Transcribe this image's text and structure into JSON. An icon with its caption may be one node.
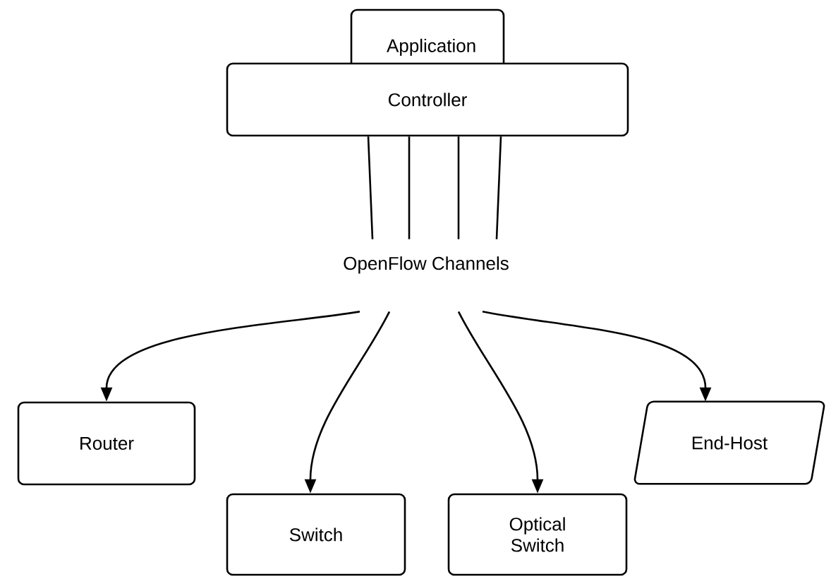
{
  "diagram": {
    "nodes": [
      {
        "text": [
          "Application"
        ]
      },
      {
        "text": [
          "Controller"
        ]
      },
      {
        "text": [
          "OpenFlow Channels"
        ]
      },
      {
        "text": [
          "Router"
        ]
      },
      {
        "text": [
          "Switch"
        ]
      },
      {
        "text": [
          "Optical Switch"
        ]
      },
      {
        "text": [
          "End-Host"
        ]
      }
    ],
    "edges": [
      {
        "from": 1,
        "to": 2,
        "arrow": "none"
      },
      {
        "from": 1,
        "to": 2,
        "arrow": "none"
      },
      {
        "from": 1,
        "to": 2,
        "arrow": "none"
      },
      {
        "from": 1,
        "to": 2,
        "arrow": "none"
      },
      {
        "from": 2,
        "to": 3,
        "arrow": "to"
      },
      {
        "from": 2,
        "to": 4,
        "arrow": "to"
      },
      {
        "from": 2,
        "to": 5,
        "arrow": "to"
      },
      {
        "from": 2,
        "to": 6,
        "arrow": "to"
      }
    ]
  }
}
